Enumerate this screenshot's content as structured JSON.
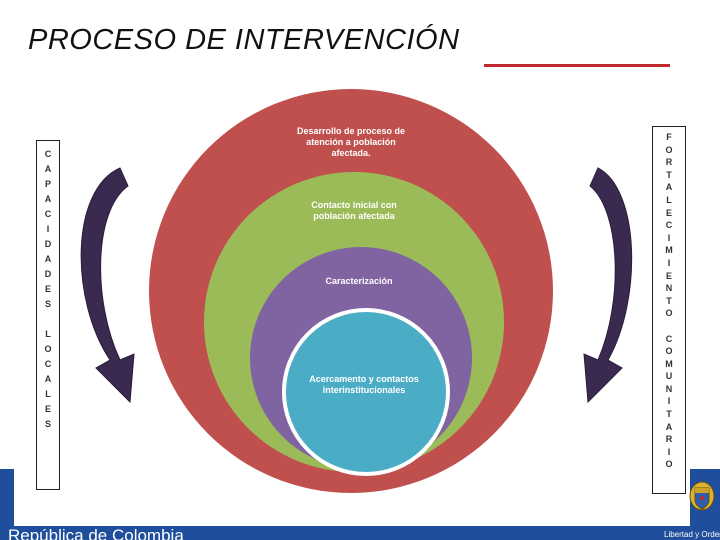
{
  "slide": {
    "title": "PROCESO DE INTERVENCIÓN",
    "footer_text": "República de Colombia",
    "footer_small": "Libertad y Orden"
  },
  "diagram": {
    "circles": [
      {
        "label": "Desarrollo de proceso de atención a población afectada.",
        "color": "#c0504d"
      },
      {
        "label": "Contacto inicial con población afectada",
        "color": "#9bbb59"
      },
      {
        "label": "Caracterización",
        "color": "#8064a2"
      },
      {
        "label": "Acercamento y contactos interinstitucionales",
        "color": "#4bacc6"
      }
    ],
    "left_box_letters": [
      "C",
      "A",
      "P",
      "A",
      "C",
      "I",
      "D",
      "A",
      "D",
      "E",
      "S",
      "",
      "L",
      "O",
      "C",
      "A",
      "L",
      "E",
      "S"
    ],
    "right_box_letters": [
      "F",
      "O",
      "R",
      "T",
      "A",
      "L",
      "E",
      "C",
      "I",
      "M",
      "I",
      "E",
      "N",
      "T",
      "O",
      "",
      "C",
      "O",
      "M",
      "U",
      "N",
      "I",
      "T",
      "A",
      "R",
      "I",
      "O"
    ],
    "arrow_color": "#3b2a4f"
  },
  "colors": {
    "accent_red": "#c0282d",
    "footer_blue": "#1f4e9c"
  }
}
